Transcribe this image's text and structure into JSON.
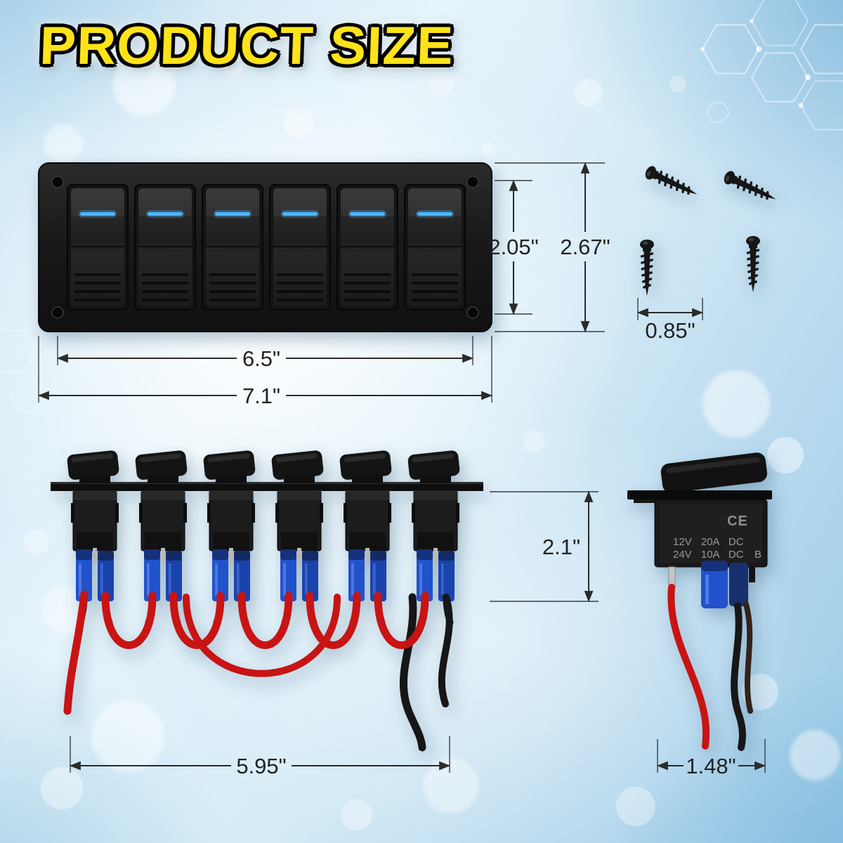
{
  "title": "PRODUCT SIZE",
  "colors": {
    "title_yellow": "#ffe31a",
    "led_blue": "#4db5ff",
    "wire_red": "#c81414",
    "connector_blue": "#2152cb",
    "panel_black": "#1a1a1a",
    "dimension_ink": "#2b2b2b"
  },
  "front_view": {
    "inner_height": "2.05\"",
    "outer_height": "2.67\"",
    "inner_width": "6.5\"",
    "outer_width": "7.1\""
  },
  "screws": {
    "length": "0.85\""
  },
  "side_view": {
    "height": "2.1\"",
    "width": "5.95\""
  },
  "single_switch": {
    "width": "1.48\"",
    "ce_mark": "CE",
    "spec_line1": "12V 20A DC",
    "spec_line2": "24V 10A DC",
    "terminal_label": "B"
  }
}
